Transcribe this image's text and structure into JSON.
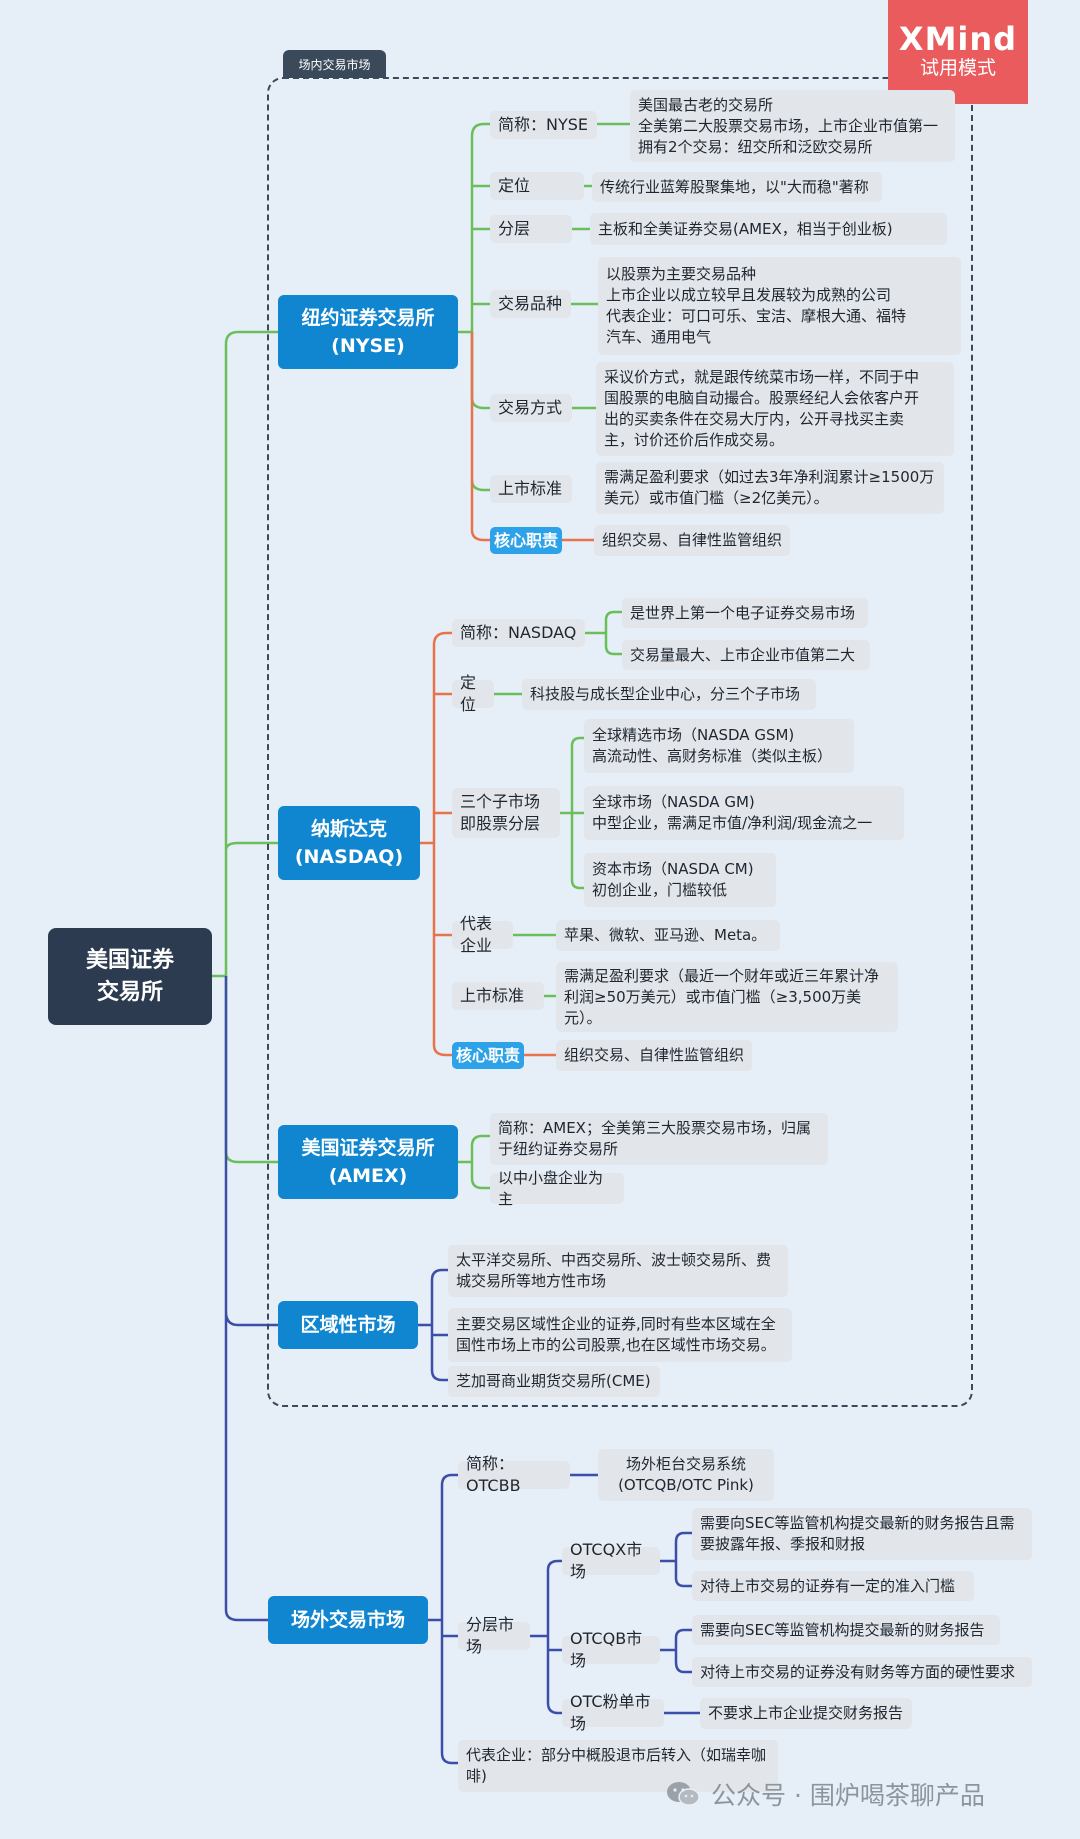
{
  "watermark_brand": {
    "line1": "XMind",
    "line2": "试用模式"
  },
  "zone_label": "场内交易市场",
  "root": "美国证券\n交易所",
  "nyse": {
    "title": "纽约证券交易所\n(NYSE)",
    "abbr": "简称：NYSE",
    "abbr_detail": "美国最古老的交易所\n全美第二大股票交易市场，上市企业市值第一\n拥有2个交易：纽交所和泛欧交易所",
    "position": "定位",
    "position_detail": "传统行业蓝筹股聚集地，以\"大而稳\"著称",
    "tier": "分层",
    "tier_detail": "主板和全美证券交易(AMEX，相当于创业板)",
    "products": "交易品种",
    "products_detail": "以股票为主要交易品种\n上市企业以成立较早且发展较为成熟的公司\n代表企业：可口可乐、宝洁、摩根大通、福特\n汽车、通用电气",
    "method": "交易方式",
    "method_detail": "采议价方式，就是跟传统菜市场一样，不同于中\n国股票的电脑自动撮合。股票经纪人会依客户开\n出的买卖条件在交易大厅内，公开寻找买主卖\n主，讨价还价后作成交易。",
    "listing": "上市标准",
    "listing_detail": "需满足盈利要求（如过去3年净利润累计≥1500万\n美元）或市值门槛（≥2亿美元）。",
    "duty": "核心职责",
    "duty_detail": "组织交易、自律性监管组织"
  },
  "nasdaq": {
    "title": "纳斯达克\n(NASDAQ)",
    "abbr": "简称：NASDAQ",
    "abbr_d1": "是世界上第一个电子证券交易市场",
    "abbr_d2": "交易量最大、上市企业市值第二大",
    "position": "定位",
    "position_detail": "科技股与成长型企业中心，分三个子市场",
    "sub": "三个子市场\n即股票分层",
    "gsm": "全球精选市场（NASDA GSM)\n高流动性、高财务标准（类似主板）",
    "gm": "全球市场（NASDA GM)\n中型企业，需满足市值/净利润/现金流之一",
    "cm": "资本市场（NASDA CM)\n初创企业，门槛较低",
    "rep": "代表企业",
    "rep_detail": "苹果、微软、亚马逊、Meta。",
    "listing": "上市标准",
    "listing_detail": "需满足盈利要求（最近一个财年或近三年累计净\n利润≥50万美元）或市值门槛（≥3,500万美\n元）。",
    "duty": "核心职责",
    "duty_detail": "组织交易、自律性监管组织"
  },
  "amex": {
    "title": "美国证券交易所\n(AMEX)",
    "d1": "简称：AMEX；全美第三大股票交易市场，归属\n于纽约证券交易所",
    "d2": "以中小盘企业为主"
  },
  "regional": {
    "title": "区域性市场",
    "d1": "太平洋交易所、中西交易所、波士顿交易所、费\n城交易所等地方性市场",
    "d2": "主要交易区域性企业的证券,同时有些本区域在全\n国性市场上市的公司股票,也在区域性市场交易。",
    "d3": "芝加哥商业期货交易所(CME)"
  },
  "otc": {
    "title": "场外交易市场",
    "abbr": "简称：OTCBB",
    "abbr_detail": "场外柜台交易系统\n(OTCQB/OTC Pink)",
    "tiers": "分层市场",
    "qx": "OTCQX市场",
    "qx_d1": "需要向SEC等监管机构提交最新的财务报告且需\n要披露年报、季报和财报",
    "qx_d2": "对待上市交易的证券有一定的准入门槛",
    "qb": "OTCQB市场",
    "qb_d1": "需要向SEC等监管机构提交最新的财务报告",
    "qb_d2": "对待上市交易的证券没有财务等方面的硬性要求",
    "pink": "OTC粉单市场",
    "pink_d": "不要求上市企业提交财务报告",
    "rep": "代表企业：部分中概股退市后转入（如瑞幸咖\n啡)"
  },
  "footer_watermark": "公众号 · 围炉喝茶聊产品",
  "colors": {
    "green": "#6abf5a",
    "orange": "#e8734a",
    "navy": "#3b4ea8",
    "blue": "#1186d0",
    "root": "#2c3b4f"
  }
}
